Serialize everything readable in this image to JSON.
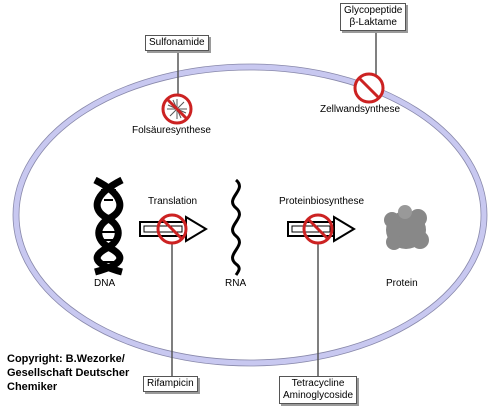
{
  "labels": {
    "sulfonamide": "Sulfonamide",
    "folsaeure": "Folsäuresynthese",
    "glyco_line1": "Glycopeptide",
    "glyco_line2": "β-Laktame",
    "zellwand": "Zellwandsynthese",
    "translation": "Translation",
    "proteinbio": "Proteinbiosynthese",
    "dna": "DNA",
    "rna": "RNA",
    "protein": "Protein",
    "rifampicin": "Rifampicin",
    "tetra_line1": "Tetracycline",
    "tetra_line2": "Aminoglycoside"
  },
  "copyright": {
    "line1": "Copyright: B.Wezorke/",
    "line2": "Gesellschaft Deutscher",
    "line3": "Chemiker"
  },
  "colors": {
    "cell_membrane": "#c8c8f0",
    "inhibit_red": "#cc2222",
    "protein_gray": "#888888"
  },
  "icons": [
    "dna-helix-icon",
    "rna-strand-icon",
    "protein-blob-icon",
    "inhibition-sign-icon",
    "arrow-icon"
  ]
}
